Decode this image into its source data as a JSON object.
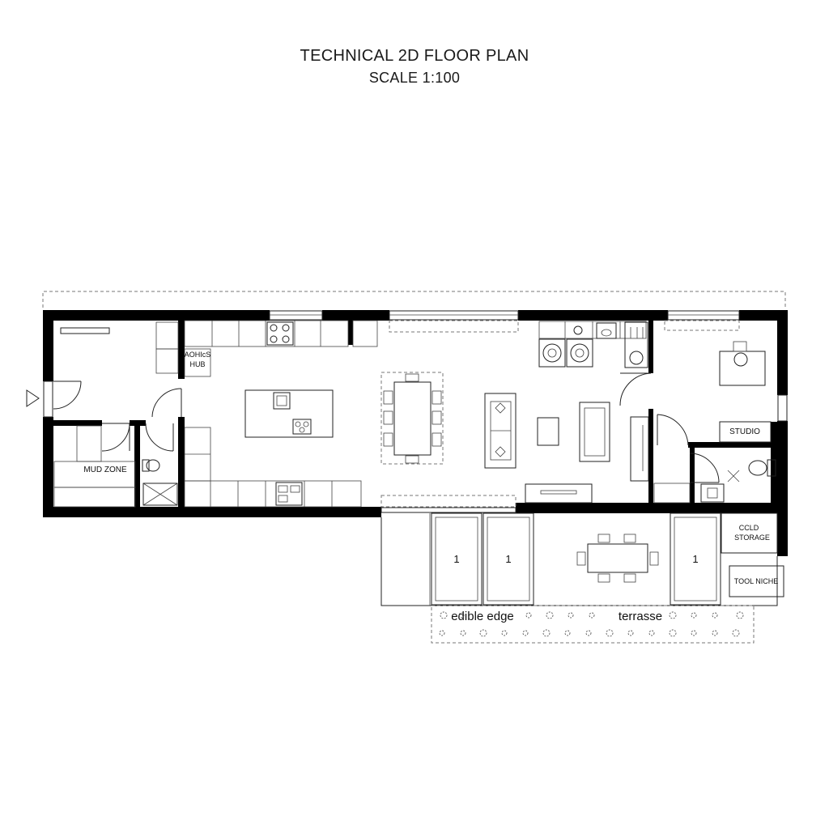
{
  "header": {
    "title": "TECHNICAL 2D FLOOR PLAN",
    "scale": "SCALE 1:100"
  },
  "rooms": {
    "office_hub_top": "AOHIᴄS",
    "office_hub_bottom": "HUB",
    "mud_zone": "MUD ZONE",
    "studio": "STUDIO",
    "cold_storage_top": "CCLD",
    "cold_storage_bottom": "STORAGE",
    "tool_niche": "TOOL NICHE"
  },
  "garden": {
    "bed_label": "1",
    "edible_edge": "edible edge",
    "terrasse": "terrasse"
  },
  "icons": [
    "entry-arrow-icon",
    "sink-icon",
    "cooktop-icon",
    "toilet-icon",
    "shower-icon",
    "washer-icon",
    "dryer-icon",
    "sofa-icon",
    "dining-table-icon",
    "desk-icon",
    "plant-icon"
  ]
}
